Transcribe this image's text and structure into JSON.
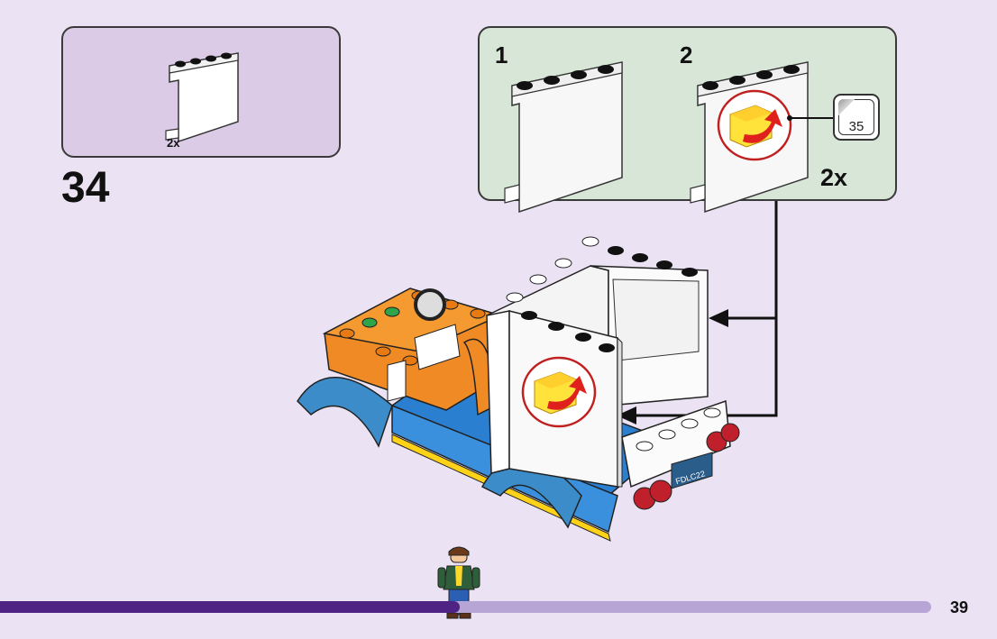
{
  "parts_panel": {
    "quantity": "2x"
  },
  "step": {
    "number": "34"
  },
  "subassembly": {
    "step1_label": "1",
    "step2_label": "2",
    "quantity": "2x",
    "sticker_number": "35"
  },
  "model": {
    "license_plate": "FDLC22"
  },
  "footer": {
    "page_number": "39"
  },
  "colors": {
    "page_background": "#ebe3f3",
    "parts_panel": "#dccbe6",
    "subassembly_panel": "#d8e6d7",
    "progress_bar_done": "#4f2384",
    "progress_bar_remaining": "#b7a5d6"
  },
  "icons": [
    "panel-brick-icon",
    "sticker-icon",
    "minifigure-icon",
    "arrow-icon"
  ]
}
